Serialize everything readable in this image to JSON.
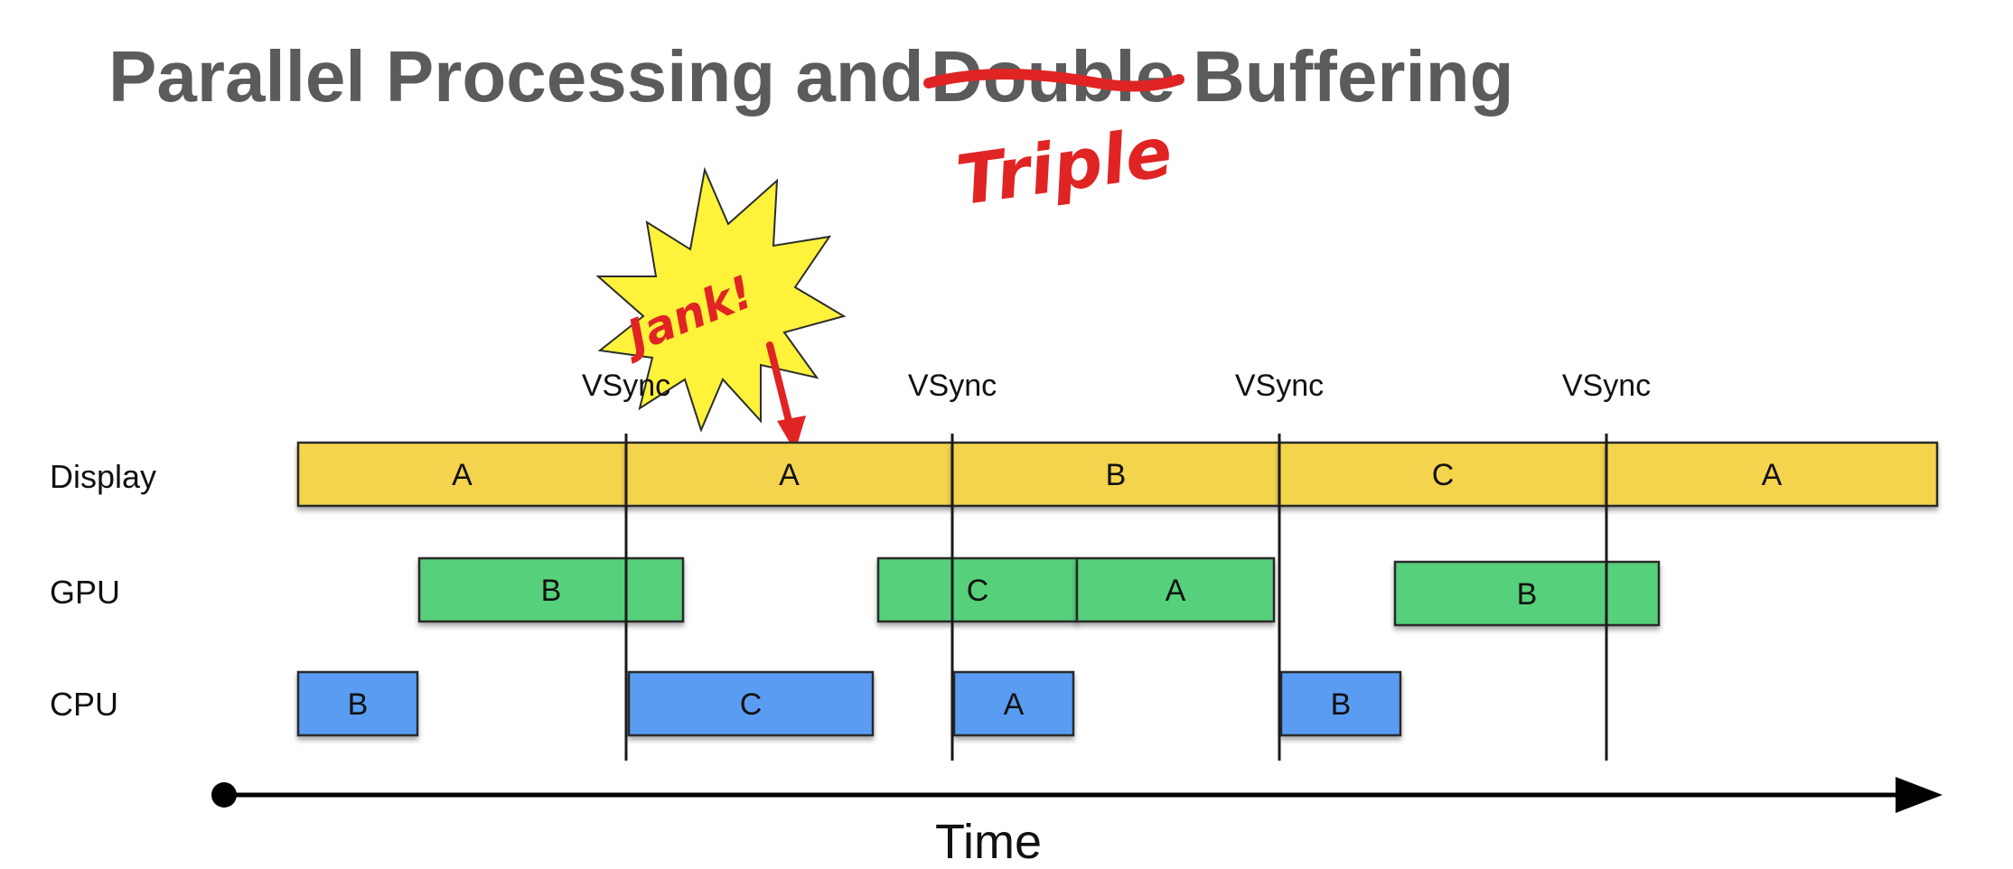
{
  "title": {
    "prefix": "Parallel Processing and",
    "struck_word": "Double",
    "suffix": "Buffering",
    "handwritten_correction": "Triple",
    "title_color": "#5b5b5b",
    "annotation_color": "#e02424"
  },
  "annotation": {
    "burst_text": "Jank!",
    "burst_color": "#fff23a",
    "points_to": "second Display frame A"
  },
  "vsync_label": "VSync",
  "rows": [
    {
      "id": "display",
      "label": "Display",
      "color": "#f5d44e",
      "blocks": [
        {
          "label": "A"
        },
        {
          "label": "A"
        },
        {
          "label": "B"
        },
        {
          "label": "C"
        },
        {
          "label": "A"
        }
      ]
    },
    {
      "id": "gpu",
      "label": "GPU",
      "color": "#56d07a",
      "blocks": [
        {
          "label": "B"
        },
        {
          "label": "C"
        },
        {
          "label": "A"
        },
        {
          "label": "B"
        }
      ]
    },
    {
      "id": "cpu",
      "label": "CPU",
      "color": "#5a9cf2",
      "blocks": [
        {
          "label": "B"
        },
        {
          "label": "C"
        },
        {
          "label": "A"
        },
        {
          "label": "B"
        }
      ]
    }
  ],
  "time_axis": {
    "label": "Time"
  }
}
